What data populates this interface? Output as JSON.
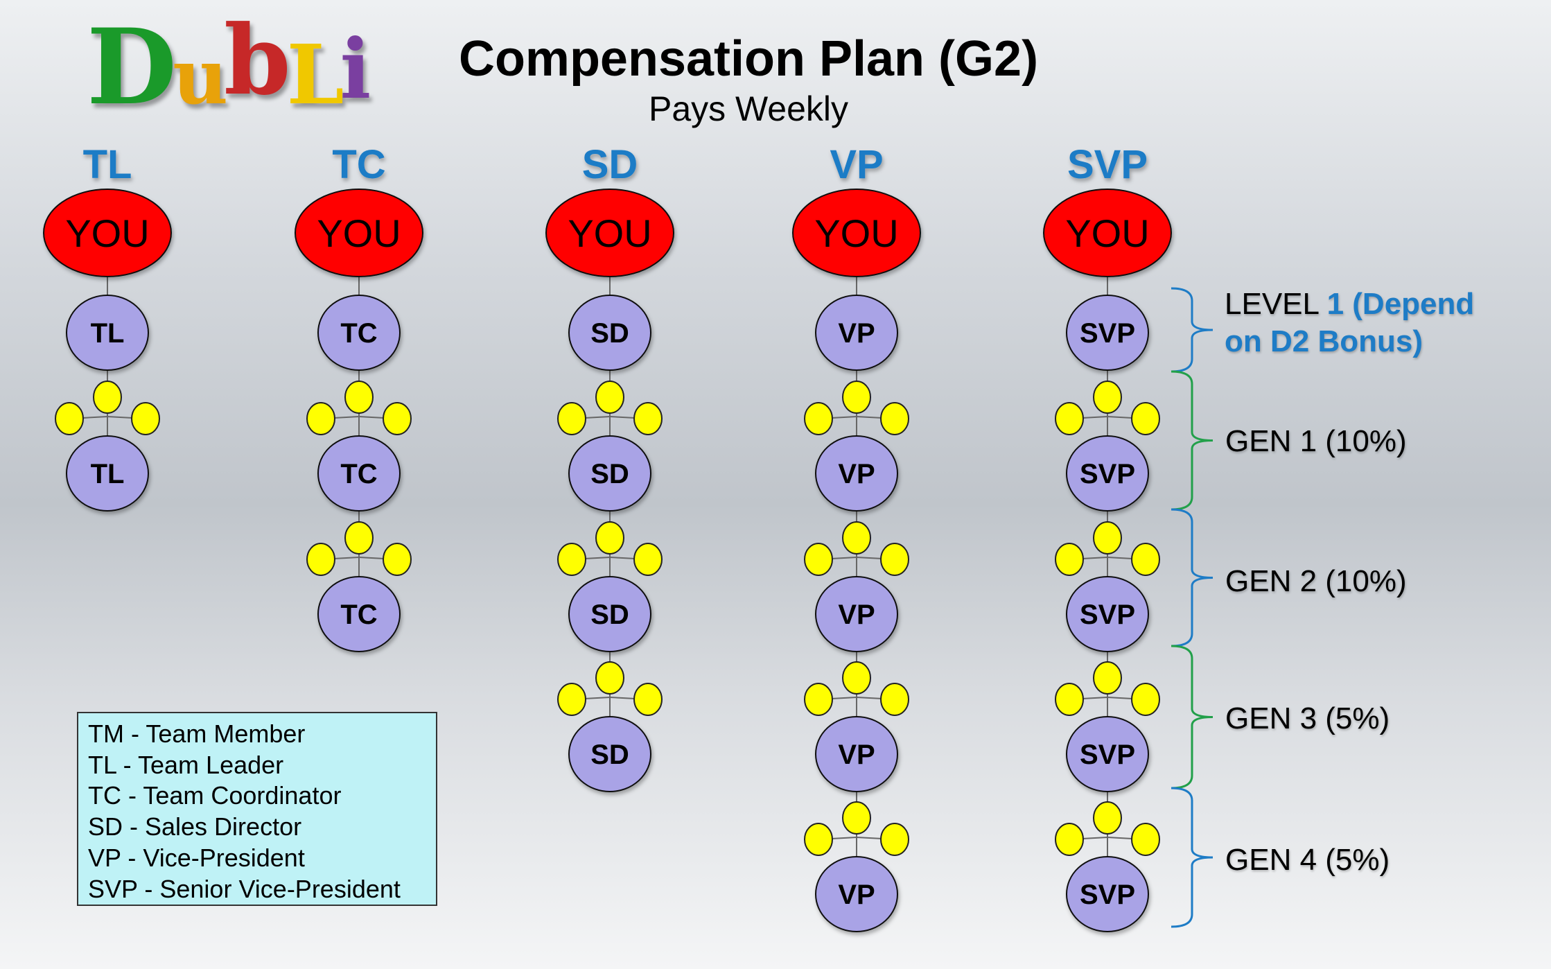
{
  "logo": {
    "letters": [
      "D",
      "u",
      "b",
      "L",
      "i"
    ],
    "brand_colors": [
      "#1a9a2a",
      "#e8a20a",
      "#c62828",
      "#f0c800",
      "#7a3fa0"
    ]
  },
  "header": {
    "title": "Compensation Plan (G2)",
    "subtitle": "Pays Weekly"
  },
  "colors": {
    "you_node": "#ff0000",
    "rank_node": "#a9a3e6",
    "team_member": "#ffff00",
    "column_heading": "#1e7cc6",
    "brace_blue": "#1e7cc6",
    "brace_green": "#22a04a",
    "legend_bg": "#bff2f6"
  },
  "root_label": "YOU",
  "columns": [
    {
      "heading": "TL",
      "nodes": [
        "TL",
        "TL"
      ]
    },
    {
      "heading": "TC",
      "nodes": [
        "TC",
        "TC",
        "TC"
      ]
    },
    {
      "heading": "SD",
      "nodes": [
        "SD",
        "SD",
        "SD",
        "SD"
      ]
    },
    {
      "heading": "VP",
      "nodes": [
        "VP",
        "VP",
        "VP",
        "VP",
        "VP"
      ]
    },
    {
      "heading": "SVP",
      "nodes": [
        "SVP",
        "SVP",
        "SVP",
        "SVP",
        "SVP"
      ]
    }
  ],
  "levels": [
    {
      "label": "LEVEL",
      "highlight_line1": "1 (Depend",
      "highlight_line2": "on D2 Bonus)",
      "brace": "blue"
    },
    {
      "label": "GEN 1 (10%)",
      "brace": "green"
    },
    {
      "label": "GEN 2 (10%)",
      "brace": "blue"
    },
    {
      "label": "GEN 3 (5%)",
      "brace": "green"
    },
    {
      "label": "GEN 4 (5%)",
      "brace": "blue"
    }
  ],
  "legend": [
    "TM - Team Member",
    "TL - Team Leader",
    "TC - Team Coordinator",
    "SD - Sales Director",
    "VP - Vice-President",
    "SVP - Senior Vice-President"
  ]
}
